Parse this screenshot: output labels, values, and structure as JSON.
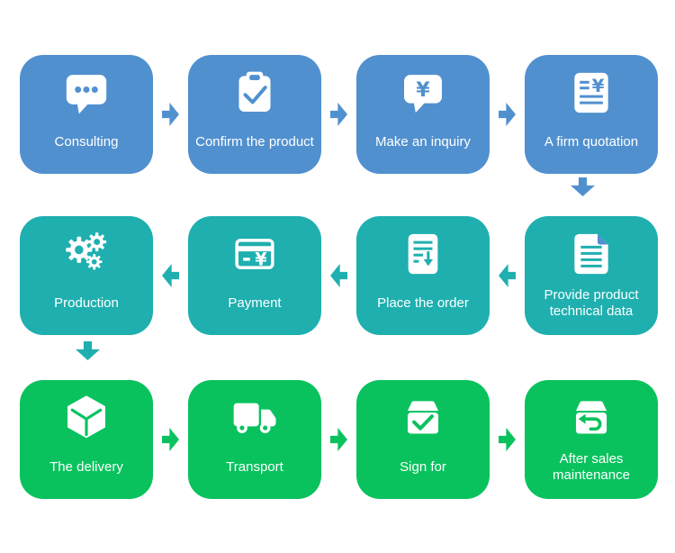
{
  "colors": {
    "phase1": "#5190CF",
    "phase2": "#1FAFAF",
    "phase3": "#09C25E",
    "text": "#FFFFFF",
    "background": "#FFFFFF"
  },
  "flow": {
    "type": "process-flowchart",
    "rows": [
      {
        "direction": "right",
        "color_key": "phase1"
      },
      {
        "direction": "left",
        "color_key": "phase2"
      },
      {
        "direction": "right",
        "color_key": "phase3"
      }
    ]
  },
  "steps": [
    {
      "label": "Consulting",
      "icon": "chat-dots-icon",
      "phase": 1
    },
    {
      "label": "Confirm the product",
      "icon": "clipboard-check-icon",
      "phase": 1
    },
    {
      "label": "Make an inquiry",
      "icon": "chat-yen-icon",
      "phase": 1
    },
    {
      "label": "A firm quotation",
      "icon": "document-yen-icon",
      "phase": 1
    },
    {
      "label": "Provide product technical data",
      "icon": "document-fold-icon",
      "phase": 2
    },
    {
      "label": "Place the order",
      "icon": "document-download-icon",
      "phase": 2
    },
    {
      "label": "Payment",
      "icon": "credit-card-yen-icon",
      "phase": 2
    },
    {
      "label": "Production",
      "icon": "gears-icon",
      "phase": 2
    },
    {
      "label": "The delivery",
      "icon": "package-cube-icon",
      "phase": 3
    },
    {
      "label": "Transport",
      "icon": "truck-icon",
      "phase": 3
    },
    {
      "label": "Sign for",
      "icon": "box-check-icon",
      "phase": 3
    },
    {
      "label": "After sales maintenance",
      "icon": "box-return-icon",
      "phase": 3
    }
  ],
  "currency_symbol": "¥"
}
